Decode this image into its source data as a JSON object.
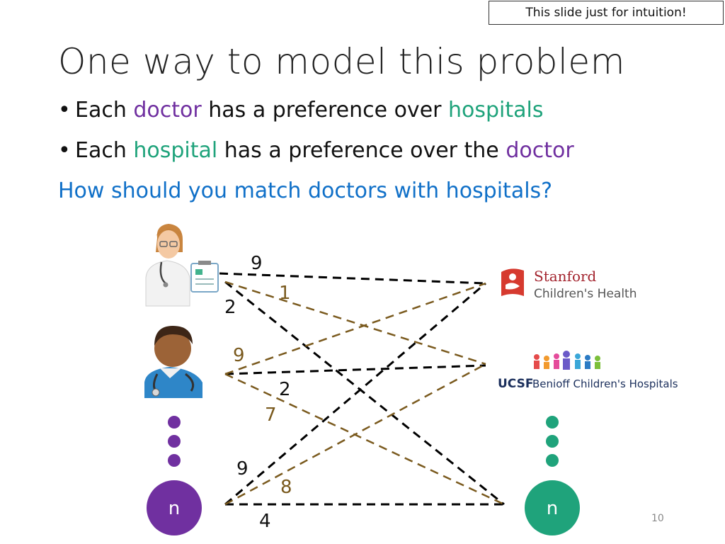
{
  "note": "This slide just for intuition!",
  "title": "One way to model this problem",
  "bullets": [
    {
      "prefix": "Each ",
      "highlight": "doctor",
      "suffix": " has a preference over ",
      "highlight2": "hospitals",
      "suffix2": ""
    },
    {
      "prefix": "Each ",
      "highlight": "hospital",
      "suffix": " has a preference over the ",
      "highlight2": "doctor",
      "suffix2": ""
    }
  ],
  "question": "How should you match doctors with hospitals?",
  "hospitals": {
    "stanford_line1": "Stanford",
    "stanford_line2": "Children's Health",
    "ucsf_prefix": "UCSF",
    "ucsf_name": "Benioff Children's Hospitals"
  },
  "nodes": {
    "doctor_n": "n",
    "hospital_n": "n"
  },
  "edge_labels": {
    "d1_h1": "9",
    "d1_h2": "1",
    "d1_hn": "2",
    "d2_h1": "9",
    "d2_h2": "2",
    "d2_hn": "7",
    "dn_h1": "9",
    "dn_h2": "8",
    "dn_hn": "4"
  },
  "colors": {
    "purple": "#7030A0",
    "green": "#1FA37B",
    "blue": "#1070C8",
    "brown": "#7A5A1E",
    "black": "#000000"
  },
  "slide_number": "10"
}
